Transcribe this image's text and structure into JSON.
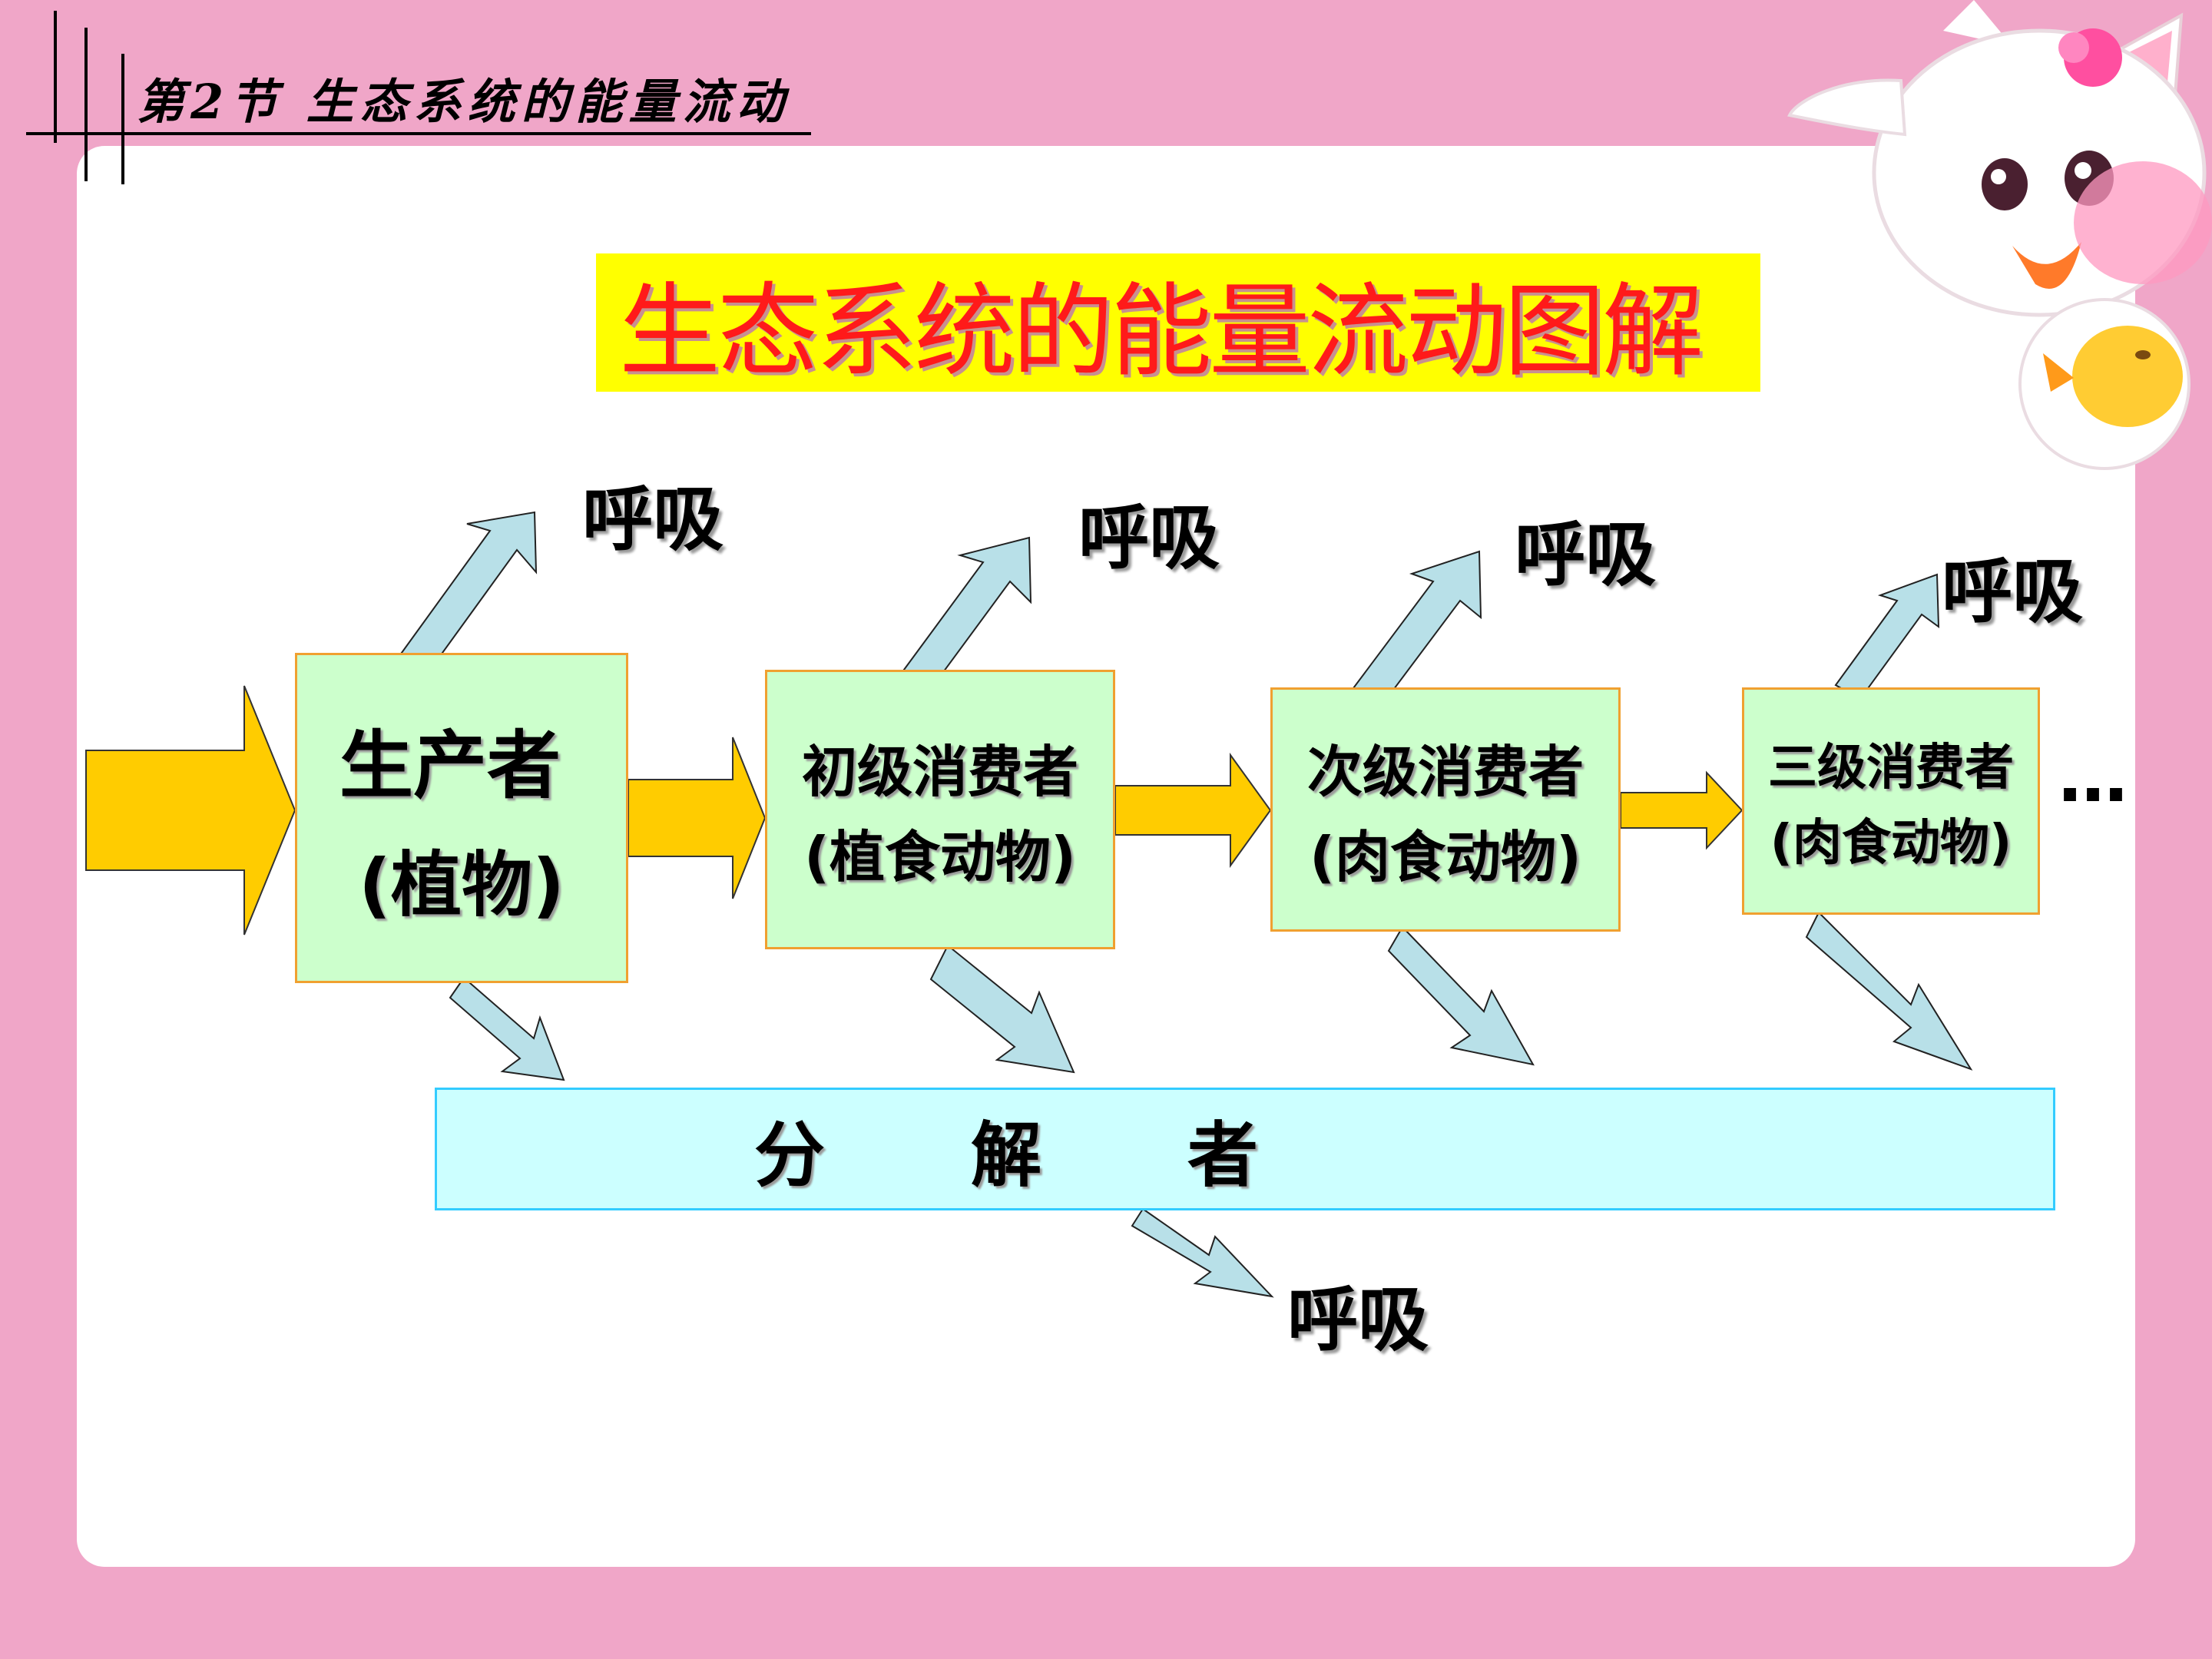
{
  "header": {
    "title": "第2节  生态系统的能量流动"
  },
  "diagram": {
    "title": "生态系统的能量流动图解",
    "producer": {
      "line1": "生产者",
      "line2": "(植物)"
    },
    "primary_consumer": {
      "line1": "初级消费者",
      "line2": "(植食动物)"
    },
    "secondary_consumer": {
      "line1": "次级消费者",
      "line2": "(肉食动物)"
    },
    "tertiary_consumer": {
      "line1": "三级消费者",
      "line2": "(肉食动物)"
    },
    "continuation": "…",
    "decomposer": "分　　解　　者",
    "respiration": [
      "呼吸",
      "呼吸",
      "呼吸",
      "呼吸",
      "呼吸"
    ]
  },
  "colors": {
    "background": "#f0a6c8",
    "title_band": "#ffff00",
    "title_text": "#ff1a1a",
    "box_fill": "#ccffcc",
    "box_border": "#f0a030",
    "energy_arrow": "#ffcc00",
    "resp_arrow": "#b8e0e8",
    "decomposer_fill": "#ccffff"
  }
}
